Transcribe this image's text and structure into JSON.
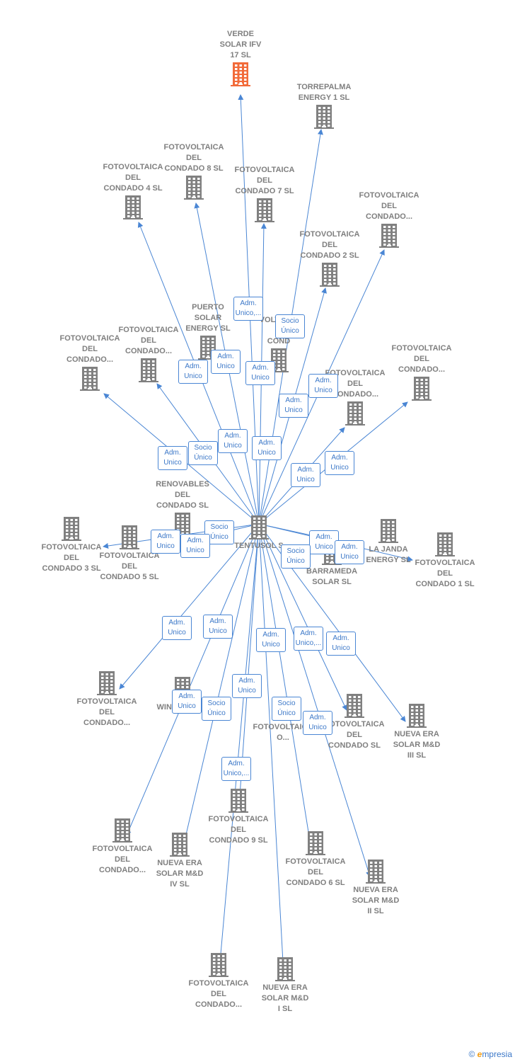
{
  "colors": {
    "edge": "#4a86d4",
    "building": "#808080",
    "main_building": "#f26b3a",
    "label": "#7f7f7f"
  },
  "nodes": [
    {
      "id": "center",
      "label": "TENTUSOL S",
      "icon": "building-icon"
    },
    {
      "id": "verde",
      "label": "VERDE\nSOLAR IFV\n17  SL",
      "icon": "building-icon",
      "main": true
    },
    {
      "id": "torrepalma",
      "label": "TORREPALMA\nENERGY 1  SL",
      "icon": "building-icon"
    },
    {
      "id": "c8",
      "label": "FOTOVOLTAICA\nDEL\nCONDADO 8 SL",
      "icon": "building-icon"
    },
    {
      "id": "c4",
      "label": "FOTOVOLTAICA\nDEL\nCONDADO 4 SL",
      "icon": "building-icon"
    },
    {
      "id": "c7",
      "label": "FOTOVOLTAICA\nDEL\nCONDADO 7 SL",
      "icon": "building-icon"
    },
    {
      "id": "ctr",
      "label": "FOTOVOLTAICA\nDEL\nCONDADO...",
      "icon": "building-icon"
    },
    {
      "id": "c2",
      "label": "FOTOVOLTAICA\nDEL\nCONDADO 2 SL",
      "icon": "building-icon"
    },
    {
      "id": "puerto",
      "label": "PUERTO\nSOLAR\nENERGY  SL",
      "icon": "building-icon"
    },
    {
      "id": "cmid",
      "label": "VOLTAICA\nD\nCOND",
      "icon": "building-icon"
    },
    {
      "id": "cl1",
      "label": "FOTOVOLTAICA\nDEL\nCONDADO...",
      "icon": "building-icon"
    },
    {
      "id": "cl2",
      "label": "FOTOVOLTAICA\nDEL\nCONDADO...",
      "icon": "building-icon"
    },
    {
      "id": "cr1",
      "label": "FOTOVOLTAICA\nDEL\nCONDADO...",
      "icon": "building-icon"
    },
    {
      "id": "cr2",
      "label": "FOTOVOLTAICA\nDEL\nCONDADO...",
      "icon": "building-icon"
    },
    {
      "id": "renovables",
      "label": "RENOVABLES\nDEL\nCONDADO SL",
      "icon": "building-icon"
    },
    {
      "id": "c3",
      "label": "FOTOVOLTAICA\nDEL\nCONDADO 3 SL",
      "icon": "building-icon"
    },
    {
      "id": "c5",
      "label": "FOTOVOLTAICA\nDEL\nCONDADO 5 SL",
      "icon": "building-icon"
    },
    {
      "id": "janda",
      "label": "LA JANDA\nENERGY  SL",
      "icon": "building-icon"
    },
    {
      "id": "c1",
      "label": "FOTOVOLTAICA\nDEL\nCONDADO 1 SL",
      "icon": "building-icon"
    },
    {
      "id": "barrameda",
      "label": "BARRAMEDA\nSOLAR  SL",
      "icon": "building-icon"
    },
    {
      "id": "cbl",
      "label": "FOTOVOLTAICA\nDEL\nCONDADO...",
      "icon": "building-icon"
    },
    {
      "id": "wingenia",
      "label": "WINGENIA SL",
      "icon": "building-icon"
    },
    {
      "id": "cmidb",
      "label": "FOTOVOLTAICA\nO...",
      "icon": "building-icon"
    },
    {
      "id": "csl",
      "label": "FOTOVOLTAICA\nDEL\nCONDADO SL",
      "icon": "building-icon"
    },
    {
      "id": "ne3",
      "label": "NUEVA ERA\nSOLAR M&D\nIII  SL",
      "icon": "building-icon"
    },
    {
      "id": "c9",
      "label": "FOTOVOLTAICA\nDEL\nCONDADO 9 SL",
      "icon": "building-icon"
    },
    {
      "id": "cbl2",
      "label": "FOTOVOLTAICA\nDEL\nCONDADO...",
      "icon": "building-icon"
    },
    {
      "id": "ne4",
      "label": "NUEVA ERA\nSOLAR M&D\nIV  SL",
      "icon": "building-icon"
    },
    {
      "id": "c6",
      "label": "FOTOVOLTAICA\nDEL\nCONDADO 6 SL",
      "icon": "building-icon"
    },
    {
      "id": "ne2",
      "label": "NUEVA ERA\nSOLAR M&D\nII  SL",
      "icon": "building-icon"
    },
    {
      "id": "cbot",
      "label": "FOTOVOLTAICA\nDEL\nCONDADO...",
      "icon": "building-icon"
    },
    {
      "id": "ne1",
      "label": "NUEVA ERA\nSOLAR M&D\nI  SL",
      "icon": "building-icon"
    }
  ],
  "edges": [
    {
      "to": "verde"
    },
    {
      "to": "torrepalma"
    },
    {
      "to": "c8"
    },
    {
      "to": "c4"
    },
    {
      "to": "c7"
    },
    {
      "to": "ctr"
    },
    {
      "to": "c2"
    },
    {
      "to": "cl1"
    },
    {
      "to": "cl2"
    },
    {
      "to": "cr1"
    },
    {
      "to": "cr2"
    },
    {
      "to": "c3"
    },
    {
      "to": "c5"
    },
    {
      "to": "janda"
    },
    {
      "to": "c1"
    },
    {
      "to": "cbl"
    },
    {
      "to": "csl"
    },
    {
      "to": "ne3"
    },
    {
      "to": "c9"
    },
    {
      "to": "cbl2"
    },
    {
      "to": "ne4"
    },
    {
      "to": "c6"
    },
    {
      "to": "ne2"
    },
    {
      "to": "cbot"
    },
    {
      "to": "ne1"
    }
  ],
  "badges": [
    {
      "text": "Adm.\nUnico,..."
    },
    {
      "text": "Socio\nÚnico"
    },
    {
      "text": "Adm.\nUnico"
    },
    {
      "text": "Adm.\nUnico"
    },
    {
      "text": "Adm.\nUnico"
    },
    {
      "text": "Adm.\nUnico"
    },
    {
      "text": "Adm.\nUnico"
    },
    {
      "text": "Adm.\nUnico"
    },
    {
      "text": "Socio\nÚnico"
    },
    {
      "text": "Adm.\nUnico"
    },
    {
      "text": "Adm.\nUnico"
    },
    {
      "text": "Adm.\nUnico"
    },
    {
      "text": "Adm.\nUnico"
    },
    {
      "text": "Adm.\nUnico"
    },
    {
      "text": "Socio\nÚnico"
    },
    {
      "text": "Adm.\nUnico"
    },
    {
      "text": "Adm.\nUnico"
    },
    {
      "text": "Socio\nÚnico"
    },
    {
      "text": "Adm.\nUnico"
    },
    {
      "text": "Adm.\nUnico"
    },
    {
      "text": "Adm.\nUnico"
    },
    {
      "text": "Adm.\nUnico"
    },
    {
      "text": "Adm.\nUnico,..."
    },
    {
      "text": "Adm.\nUnico"
    },
    {
      "text": "Adm.\nUnico"
    },
    {
      "text": "Socio\nÚnico"
    },
    {
      "text": "Adm.\nUnico"
    },
    {
      "text": "Socio\nÚnico"
    },
    {
      "text": "Adm.\nUnico"
    },
    {
      "text": "Adm.\nUnico,..."
    }
  ],
  "footer": {
    "copyright": "©",
    "brand_first": "e",
    "brand_rest": "mpresia"
  }
}
